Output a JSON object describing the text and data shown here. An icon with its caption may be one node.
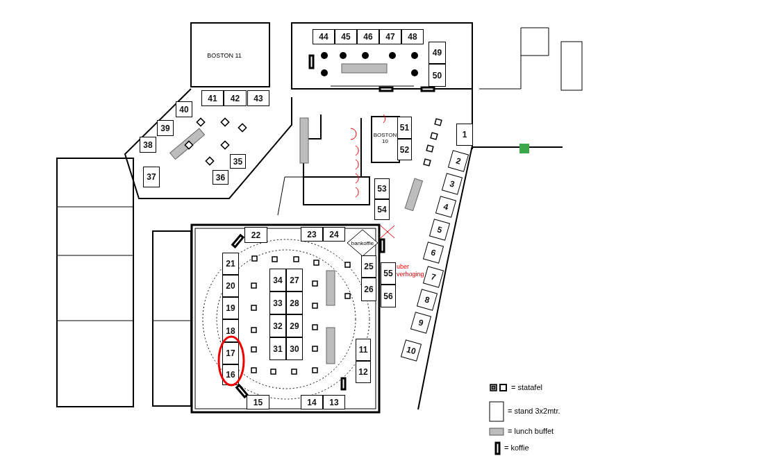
{
  "diagram": {
    "nodes": [
      {
        "text": [
          "1"
        ]
      },
      {
        "text": [
          "2"
        ]
      },
      {
        "text": [
          "3"
        ]
      },
      {
        "text": [
          "4"
        ]
      },
      {
        "text": [
          "5"
        ]
      },
      {
        "text": [
          "6"
        ]
      },
      {
        "text": [
          "7"
        ]
      },
      {
        "text": [
          "8"
        ]
      },
      {
        "text": [
          "9"
        ]
      },
      {
        "text": [
          "10"
        ]
      },
      {
        "text": [
          "11"
        ]
      },
      {
        "text": [
          "12"
        ]
      },
      {
        "text": [
          "13"
        ]
      },
      {
        "text": [
          "14"
        ]
      },
      {
        "text": [
          "15"
        ]
      },
      {
        "text": [
          "16"
        ]
      },
      {
        "text": [
          "17"
        ]
      },
      {
        "text": [
          "18"
        ]
      },
      {
        "text": [
          "19"
        ]
      },
      {
        "text": [
          "20"
        ]
      },
      {
        "text": [
          "21"
        ]
      },
      {
        "text": [
          "22"
        ]
      },
      {
        "text": [
          "23"
        ]
      },
      {
        "text": [
          "24"
        ]
      },
      {
        "text": [
          "25"
        ]
      },
      {
        "text": [
          "26"
        ]
      },
      {
        "text": [
          "27"
        ]
      },
      {
        "text": [
          "28"
        ]
      },
      {
        "text": [
          "29"
        ]
      },
      {
        "text": [
          "30"
        ]
      },
      {
        "text": [
          "31"
        ]
      },
      {
        "text": [
          "32"
        ]
      },
      {
        "text": [
          "33"
        ]
      },
      {
        "text": [
          "34"
        ]
      },
      {
        "text": [
          "35"
        ]
      },
      {
        "text": [
          "36"
        ]
      },
      {
        "text": [
          "37"
        ]
      },
      {
        "text": [
          "38"
        ]
      },
      {
        "text": [
          "39"
        ]
      },
      {
        "text": [
          "40"
        ]
      },
      {
        "text": [
          "41"
        ]
      },
      {
        "text": [
          "42"
        ]
      },
      {
        "text": [
          "43"
        ]
      },
      {
        "text": [
          "44"
        ]
      },
      {
        "text": [
          "45"
        ]
      },
      {
        "text": [
          "46"
        ]
      },
      {
        "text": [
          "47"
        ]
      },
      {
        "text": [
          "48"
        ]
      },
      {
        "text": [
          "49"
        ]
      },
      {
        "text": [
          "50"
        ]
      },
      {
        "text": [
          "51"
        ]
      },
      {
        "text": [
          "52"
        ]
      },
      {
        "text": [
          "53"
        ]
      },
      {
        "text": [
          "54"
        ]
      },
      {
        "text": [
          "55"
        ]
      },
      {
        "text": [
          "56"
        ]
      },
      {
        "text": [
          "BOSTON 11"
        ]
      },
      {
        "text": [
          "BOSTON 10"
        ]
      },
      {
        "text": [
          "bankoffie"
        ]
      }
    ],
    "labels": [
      "uber verhoging"
    ],
    "legend": [
      {
        "text": "= statafel"
      },
      {
        "text": "= stand 3x2mtr."
      },
      {
        "text": "= lunch buffet"
      },
      {
        "text": "= koffie"
      }
    ]
  }
}
